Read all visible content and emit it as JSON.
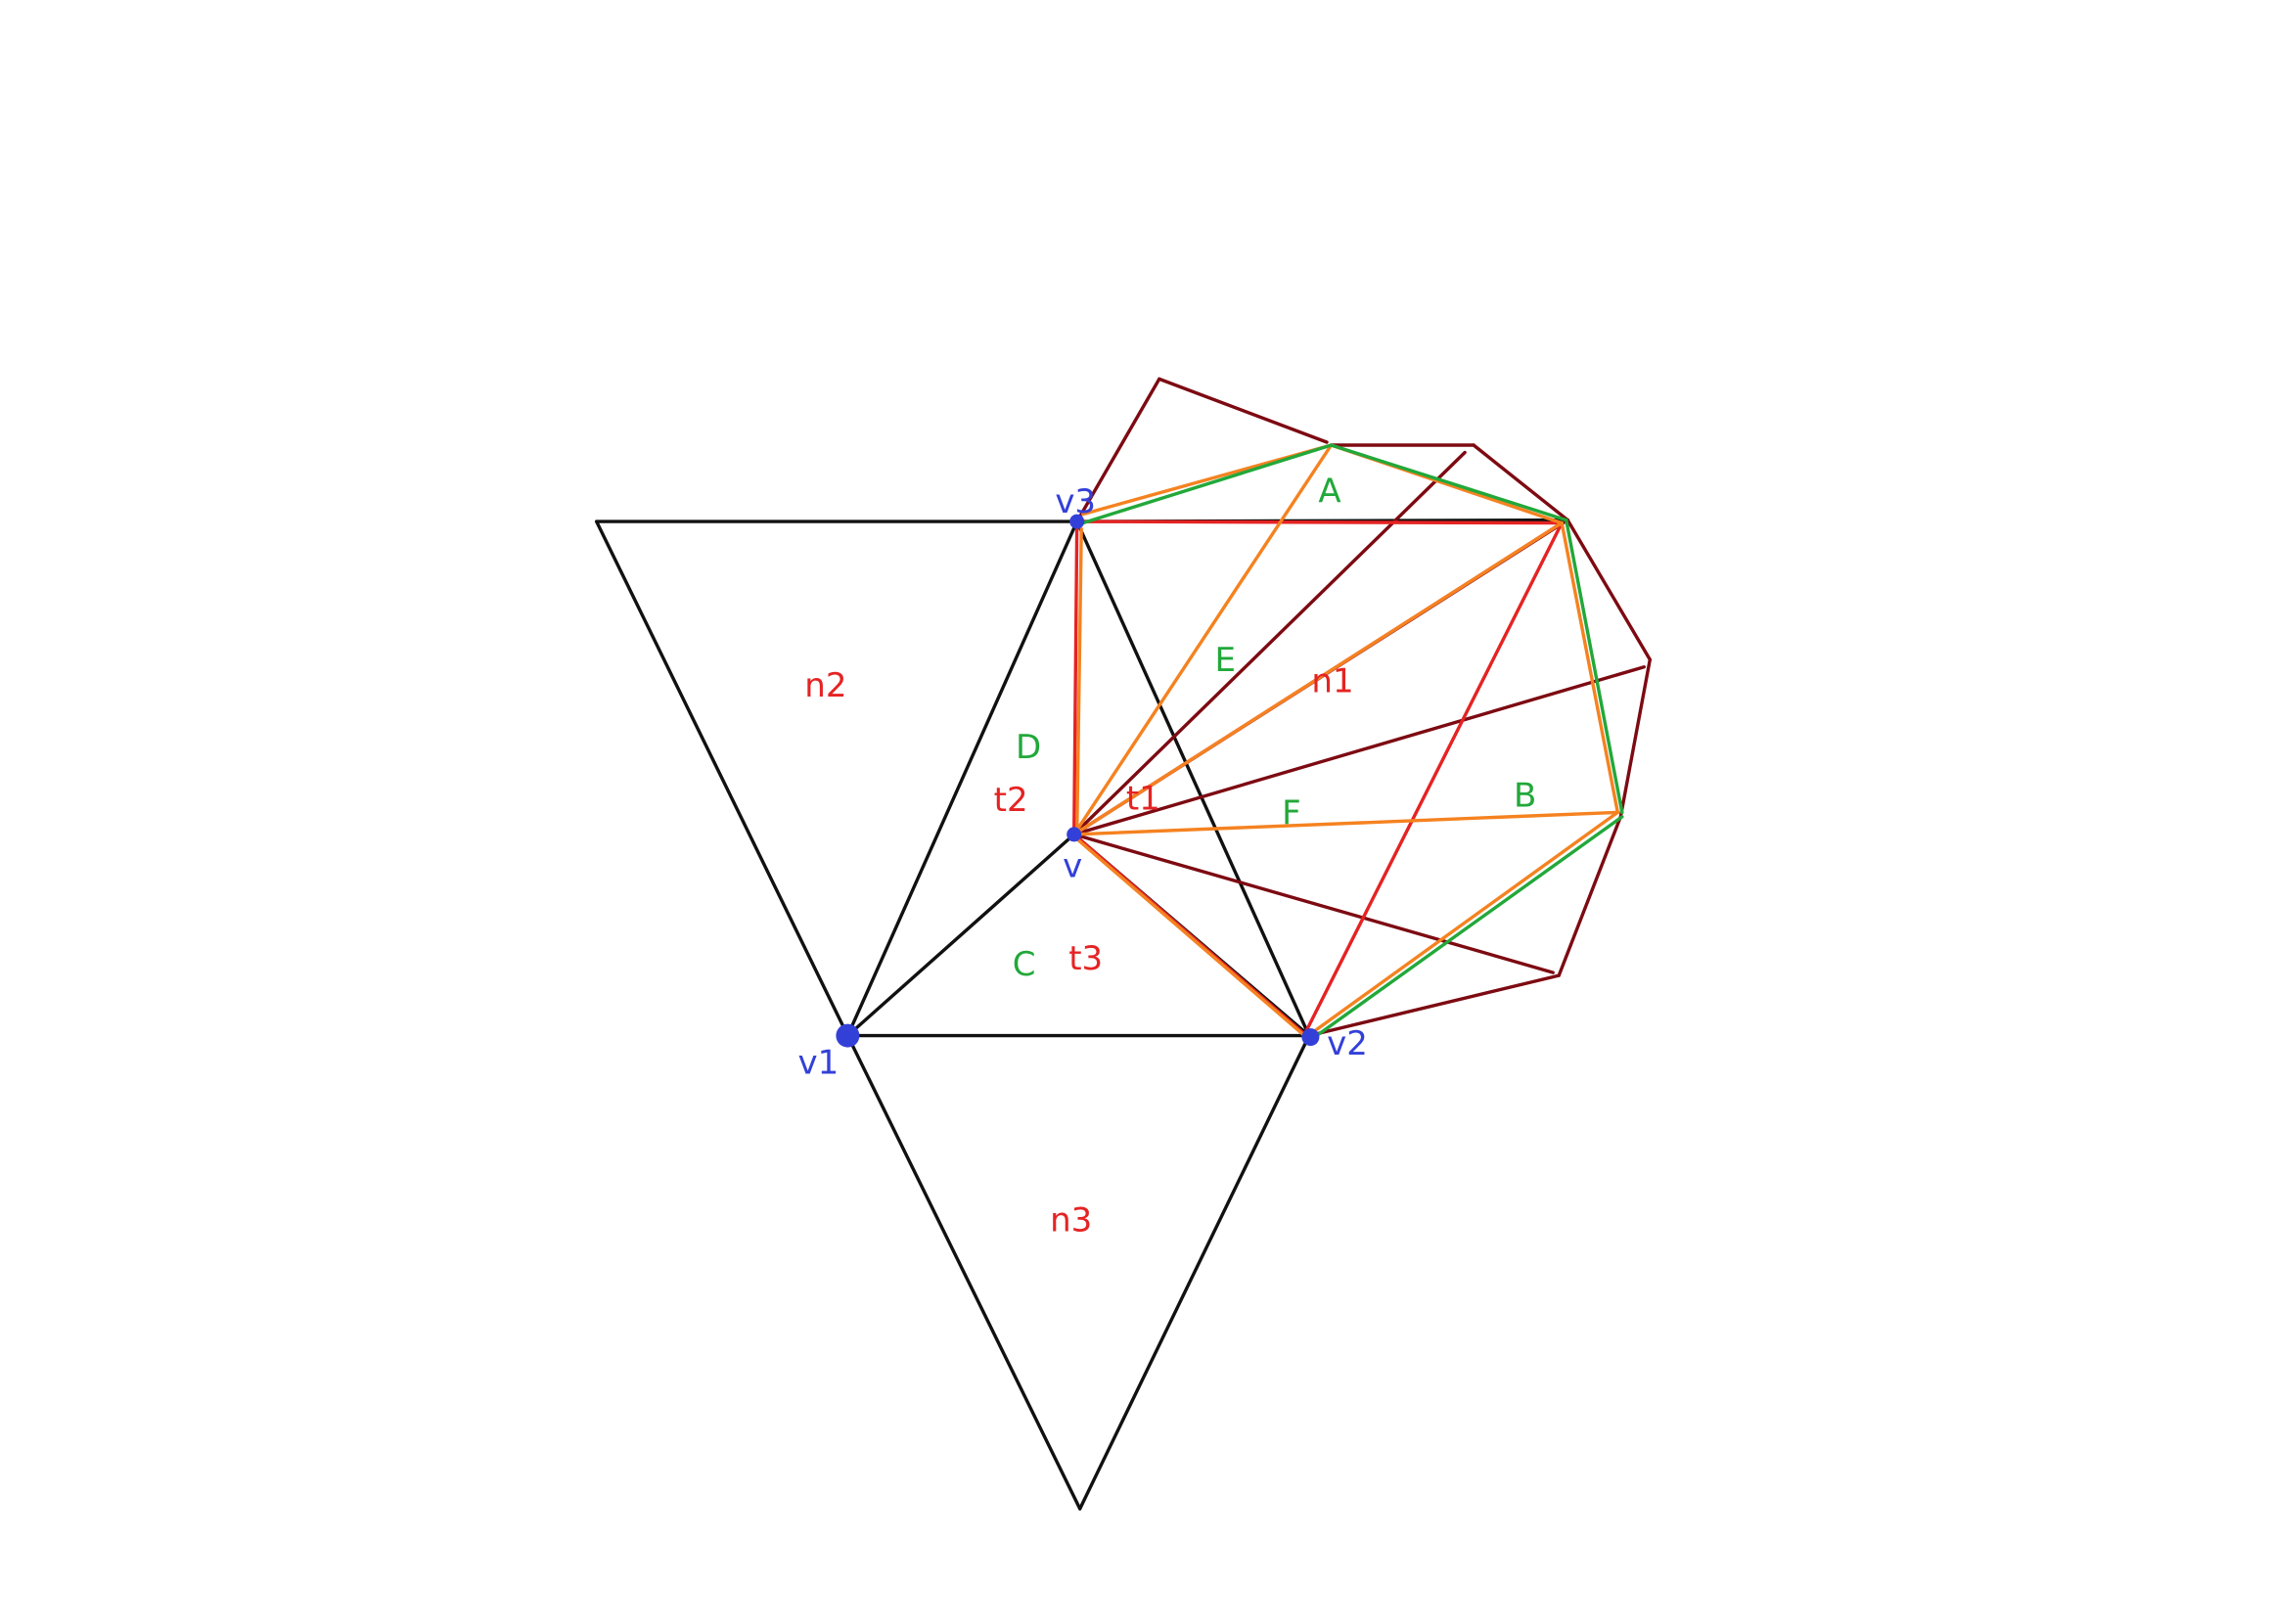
{
  "colors": {
    "black": "#111111",
    "dark_red": "#7d0a12",
    "red": "#e52323",
    "orange": "#f58220",
    "green": "#22a83a",
    "blue": "#3340d8"
  },
  "labels": {
    "v": "v",
    "v1": "v1",
    "v2": "v2",
    "v3": "v3",
    "n1": "n1",
    "n2": "n2",
    "n3": "n3",
    "t1": "t1",
    "t2": "t2",
    "t3": "t3",
    "A": "A",
    "B": "B",
    "C": "C",
    "D": "D",
    "E": "E",
    "F": "F"
  }
}
